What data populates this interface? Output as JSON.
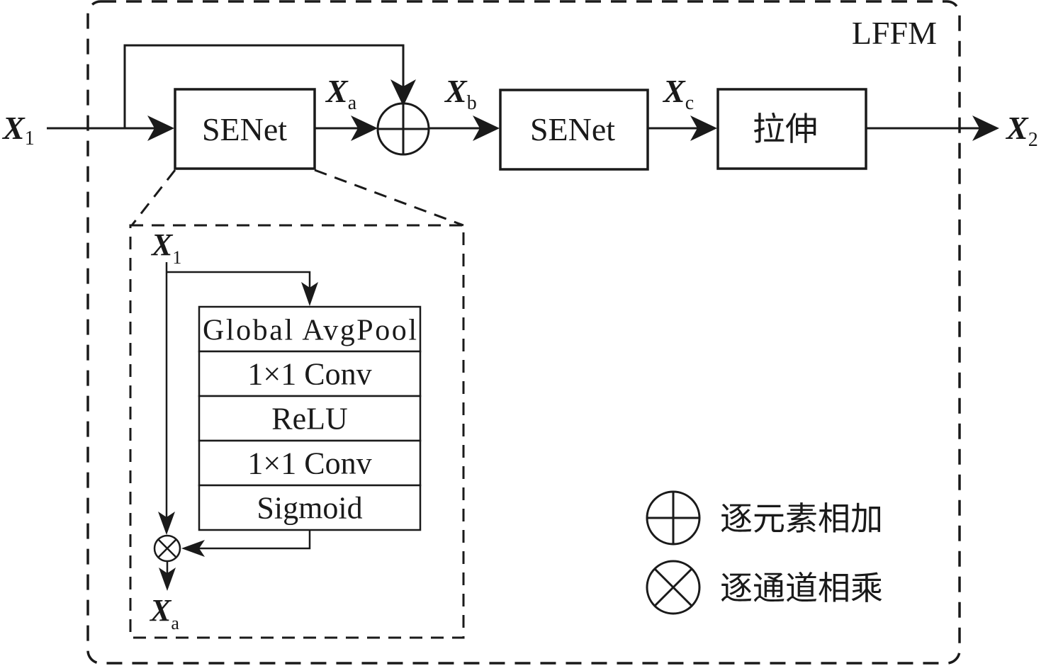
{
  "module_label": "LFFM",
  "variables": {
    "input": {
      "base": "X",
      "sub": "1"
    },
    "output": {
      "base": "X",
      "sub": "2"
    },
    "xa": {
      "base": "X",
      "sub": "a"
    },
    "xb": {
      "base": "X",
      "sub": "b"
    },
    "xc": {
      "base": "X",
      "sub": "c"
    }
  },
  "main_flow": {
    "senet1_label": "SENet",
    "senet2_label": "SENet",
    "stretch_label": "拉伸"
  },
  "senet_detail": {
    "input": {
      "base": "X",
      "sub": "1"
    },
    "output": {
      "base": "X",
      "sub": "a"
    },
    "layers": [
      "Global AvgPool",
      "1×1 Conv",
      "ReLU",
      "1×1 Conv",
      "Sigmoid"
    ]
  },
  "legend": [
    {
      "symbol": "circle-plus",
      "label": "逐元素相加"
    },
    {
      "symbol": "circle-times",
      "label": "逐通道相乘"
    }
  ]
}
